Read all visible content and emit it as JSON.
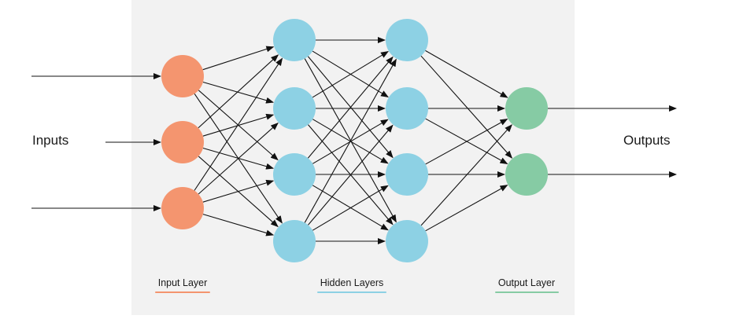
{
  "side_labels": {
    "inputs": "Inputs",
    "outputs": "Outputs"
  },
  "layer_labels": {
    "input": "Input Layer",
    "hidden": "Hidden Layers",
    "output": "Output Layer"
  },
  "colors": {
    "background_panel": "#f2f2f2",
    "input_node": "#f4956f",
    "hidden_node": "#8dd1e4",
    "output_node": "#86cba4",
    "input_underline": "#f4956f",
    "hidden_underline": "#8dd1e4",
    "output_underline": "#86cba4",
    "arrow": "#111111"
  },
  "network": {
    "layers": [
      {
        "name": "input",
        "nodes": 3
      },
      {
        "name": "hidden-1",
        "nodes": 4
      },
      {
        "name": "hidden-2",
        "nodes": 4
      },
      {
        "name": "output",
        "nodes": 2
      }
    ],
    "fully_connected": true,
    "input_arrows": 3,
    "output_arrows": 2
  }
}
